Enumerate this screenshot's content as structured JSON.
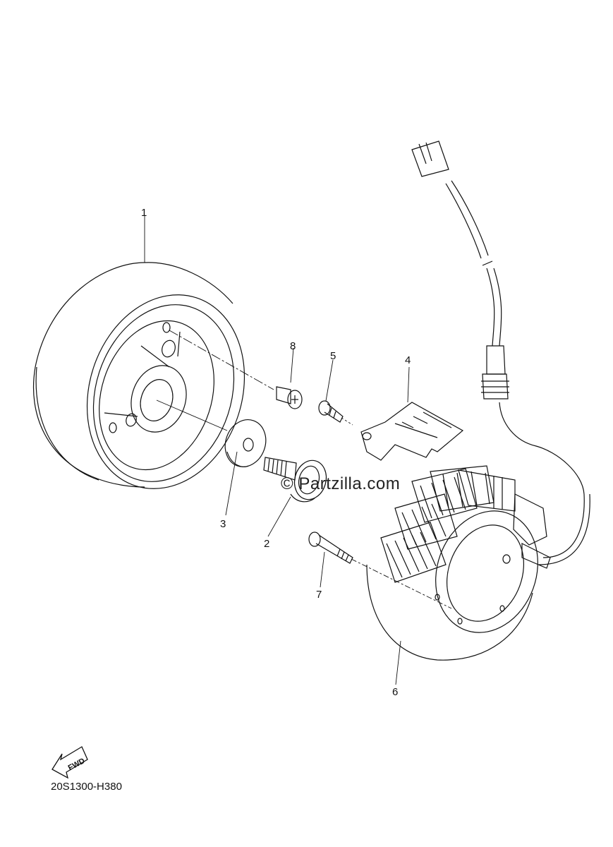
{
  "callouts": {
    "c1": "1",
    "c2": "2",
    "c3": "3",
    "c4": "4",
    "c5": "5",
    "c6": "6",
    "c7": "7",
    "c8": "8"
  },
  "fwd_label": "FWD",
  "diagram_code": "20S1300-H380",
  "watermark": "© Partzilla.com"
}
